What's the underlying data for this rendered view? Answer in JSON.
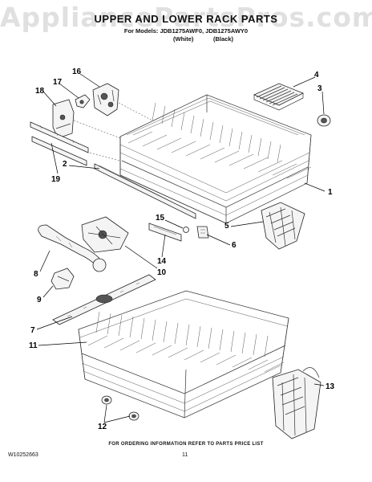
{
  "watermark": "AppliancePartsPros.com",
  "header": {
    "title": "UPPER AND LOWER RACK PARTS",
    "models": "For Models: JDB1275AWF0, JDB1275AWY0",
    "color_white": "(White)",
    "color_black": "(Black)"
  },
  "callouts": [
    "1",
    "2",
    "3",
    "4",
    "5",
    "6",
    "7",
    "8",
    "9",
    "10",
    "11",
    "12",
    "13",
    "14",
    "15",
    "16",
    "17",
    "18",
    "19"
  ],
  "footer": {
    "note": "FOR ORDERING INFORMATION REFER TO PARTS PRICE LIST",
    "code": "W10252663",
    "page": "11"
  }
}
